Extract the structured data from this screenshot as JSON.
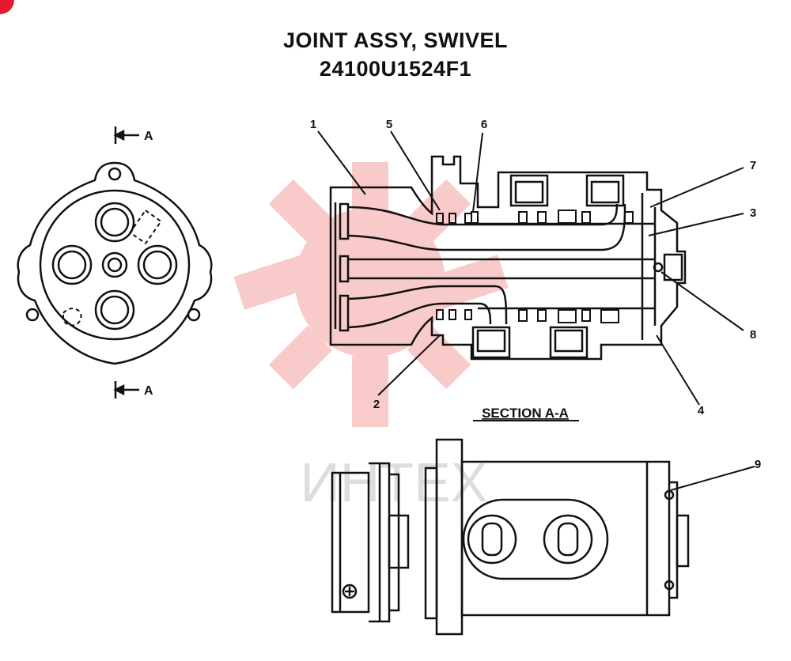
{
  "title": {
    "line1": "JOINT ASSY, SWIVEL",
    "line2": "24100U1524F1"
  },
  "section_label": "SECTION  A-A",
  "section_marker": "A",
  "callouts": [
    "1",
    "2",
    "3",
    "4",
    "5",
    "6",
    "7",
    "8",
    "9"
  ],
  "watermark": "ИНТЕХ",
  "colors": {
    "line": "#111111",
    "watermark": "#f4b8b8",
    "corner_mark": "#e5182c"
  }
}
